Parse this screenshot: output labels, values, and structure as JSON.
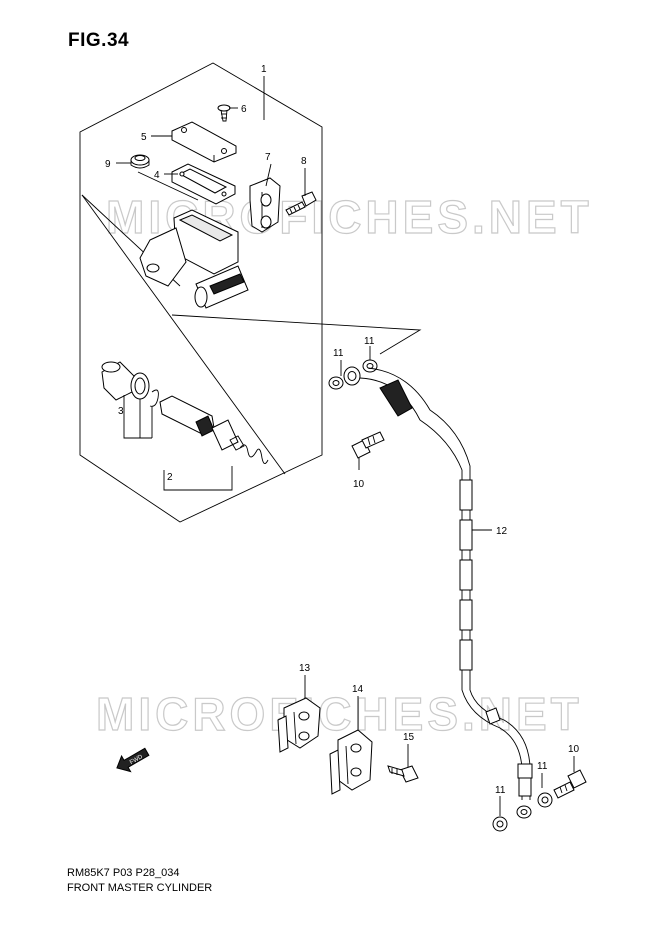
{
  "figure": {
    "title": "FIG.34"
  },
  "watermark": {
    "text": "MICROFICHES.NET"
  },
  "footer": {
    "model_code": "RM85K7 P03 P28_034",
    "section_name": "FRONT MASTER CYLINDER"
  },
  "callouts": {
    "c1": "1",
    "c2": "2",
    "c3": "3",
    "c4": "4",
    "c5": "5",
    "c6": "6",
    "c7": "7",
    "c8": "8",
    "c9": "9",
    "c10a": "10",
    "c10b": "10",
    "c11a": "11",
    "c11b": "11",
    "c11c": "11",
    "c11d": "11",
    "c12": "12",
    "c13": "13",
    "c14": "14",
    "c15": "15"
  },
  "icons": {
    "direction_arrow": "fwd-arrow-icon",
    "direction_text": "FWD"
  }
}
